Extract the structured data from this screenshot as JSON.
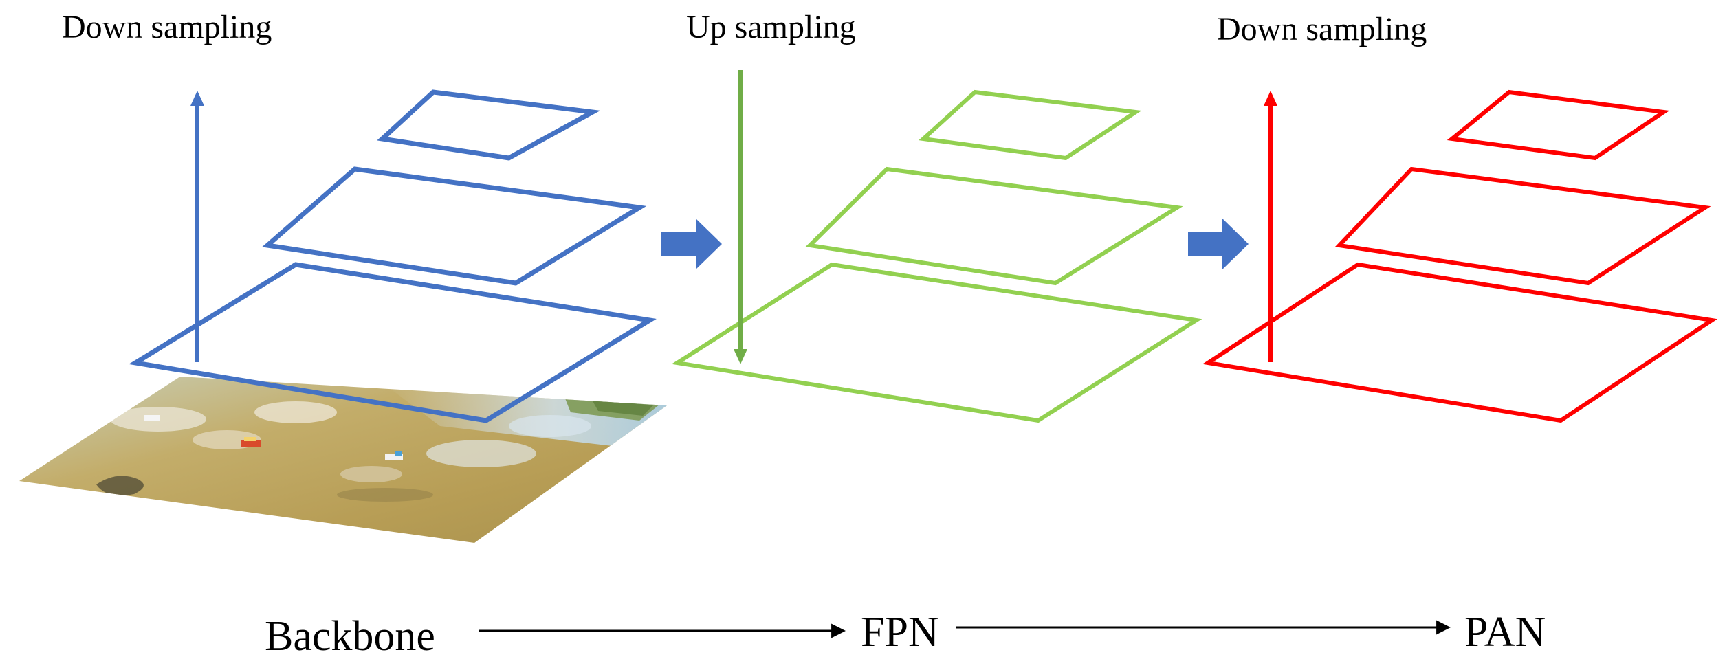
{
  "sections": [
    {
      "id": "backbone",
      "title": "Down sampling",
      "color": "#4472C4",
      "arrow_direction": "up"
    },
    {
      "id": "fpn",
      "title": "Up sampling",
      "color": "#70AD47",
      "layer_color": "#92D050",
      "arrow_direction": "down"
    },
    {
      "id": "pan",
      "title": "Down sampling",
      "color": "#FF0000",
      "arrow_direction": "up"
    }
  ],
  "transition_arrow_color": "#4472C4",
  "stages": [
    {
      "label": "Backbone"
    },
    {
      "label": "FPN"
    },
    {
      "label": "PAN"
    }
  ],
  "input_image": {
    "icon": "aerial-water-photo"
  }
}
